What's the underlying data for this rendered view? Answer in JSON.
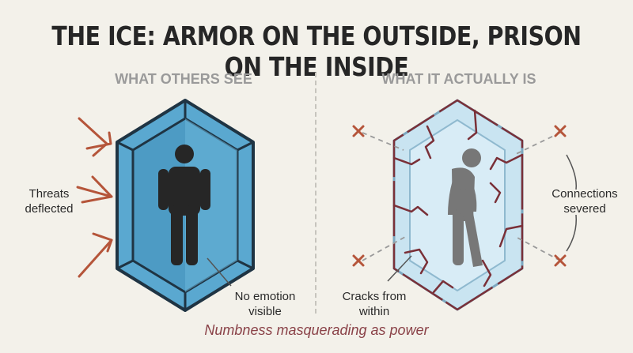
{
  "title": "THE ICE: ARMOR ON THE OUTSIDE, PRISON ON THE INSIDE",
  "left_panel": {
    "heading": "WHAT OTHERS SEE",
    "threat_label_line1": "Threats",
    "threat_label_line2": "deflected",
    "emotion_label_line1": "No emotion",
    "emotion_label_line2": "visible"
  },
  "right_panel": {
    "heading": "WHAT IT ACTUALLY IS",
    "cracks_label_line1": "Cracks from",
    "cracks_label_line2": "within",
    "connections_label_line1": "Connections",
    "connections_label_line2": "severed"
  },
  "footer": "Numbness masquerading as power",
  "colors": {
    "ice_solid": "#5aa8d0",
    "ice_outline": "#1f3443",
    "ice_cracked": "#c9e4f1",
    "crack_outline": "#7a3038",
    "threat_arrow": "#b5553a",
    "figure_solid": "#262626",
    "figure_slumped": "#777777"
  }
}
